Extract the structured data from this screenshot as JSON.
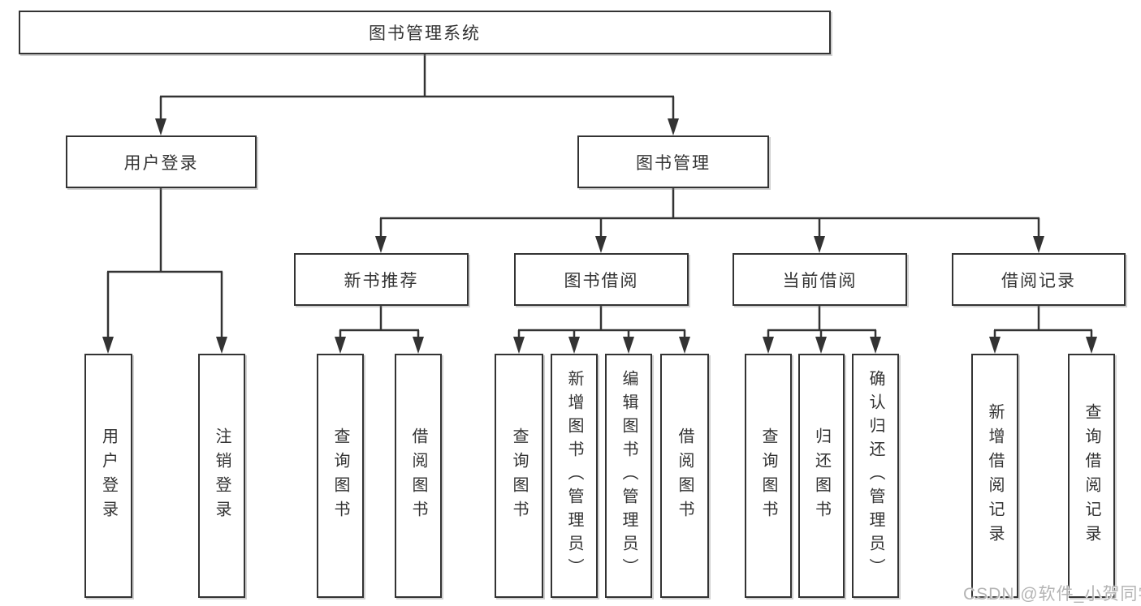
{
  "diagram": {
    "root": {
      "label": "图书管理系统"
    },
    "level2": [
      {
        "label": "用户登录"
      },
      {
        "label": "图书管理"
      }
    ],
    "level3": [
      {
        "label": "新书推荐"
      },
      {
        "label": "图书借阅"
      },
      {
        "label": "当前借阅"
      },
      {
        "label": "借阅记录"
      }
    ],
    "leaves": {
      "user_login": [
        "用户登录",
        "注销登录"
      ],
      "new_books": [
        "查询图书",
        "借阅图书"
      ],
      "book_borrow": [
        "查询图书",
        "新增图书（管理员）",
        "编辑图书（管理员）",
        "借阅图书"
      ],
      "current_borrow": [
        "查询图书",
        "归还图书",
        "确认归还（管理员）"
      ],
      "borrow_records": [
        "新增借阅记录",
        "查询借阅记录"
      ]
    }
  },
  "watermark": {
    "text": "CSDN @软件_小贺同学"
  },
  "colors": {
    "line": "#333333",
    "text": "#333333",
    "box_background": "#ffffff",
    "watermark": "#b4b4b4",
    "background": "#ffffff"
  }
}
